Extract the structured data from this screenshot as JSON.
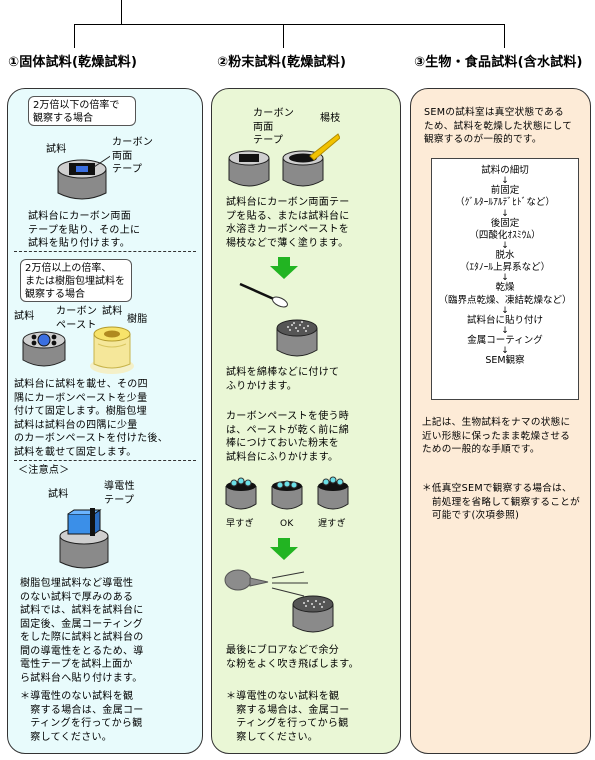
{
  "headers": {
    "solid": "①固体試料(乾燥試料)",
    "powder": "②粉末試料(乾燥試料)",
    "bio": "③生物・食品試料(含水試料)"
  },
  "solid": {
    "box1": "2万倍以下の倍率で\n観察する場合",
    "label_sample": "試料",
    "label_tape": "カーボン\n両面\nテープ",
    "text1": "試料台にカーボン両面\nテープを貼り、その上に\n試料を貼り付けます。",
    "box2": "2万倍以上の倍率、\nまたは樹脂包埋試料を\n観察する場合",
    "label_sample2": "試料",
    "label_paste": "カーボン\nペースト",
    "label_sample3": "試料",
    "label_resin": "樹脂",
    "text2": "試料台に試料を載せ、その四\n隅にカーボンペーストを少量\n付けて固定します。樹脂包埋\n試料は試料台の四隅に少量\nのカーボンペーストを付けた後、\n試料を載せて固定します。",
    "caution": "＜注意点＞",
    "label_sample4": "試料",
    "label_cond_tape": "導電性\nテープ",
    "text3": "樹脂包埋試料など導電性\nのない試料で厚みのある\n試料では、試料を試料台に\n固定後、金属コーティング\nをした際に試料と試料台の\n間の導電性をとるため、導\n電性テープを試料上面か\nら試料台へ貼り付けます。",
    "note": "＊導電性のない試料を観\n　察する場合は、金属コー\n　ティングを行ってから観\n　察してください。"
  },
  "powder": {
    "label_tape": "カーボン\n両面\nテープ",
    "label_stick": "楊枝",
    "text1": "試料台にカーボン両面テー\nプを貼る、または試料台に\n水溶きカーボンペーストを\n楊枝などで薄く塗ります。",
    "text2": "試料を綿棒などに付けて\nふりかけます。",
    "text3": "カーボンペーストを使う時\nは、ペーストが乾く前に綿\n棒につけておいた粉末を\n試料台にふりかけます。",
    "label_early": "早すぎ",
    "label_ok": "OK",
    "label_late": "遅すぎ",
    "text4": "最後にブロアなどで余分\nな粉をよく吹き飛ばします。",
    "note": "＊導電性のない試料を観\n　察する場合は、金属コー\n　ティングを行ってから観\n　察してください。"
  },
  "bio": {
    "intro": "SEMの試料室は真空状態である\nため、試料を乾燥した状態にして\n観察するのが一般的です。",
    "steps": [
      "試料の細切",
      "前固定\n（ｸﾞﾙﾀｰﾙｱﾙﾃﾞﾋﾄﾞなど）",
      "後固定\n（四酸化ｵｽﾐｳﾑ）",
      "脱水\n（ｴﾀﾉｰﾙ上昇系など）",
      "乾燥\n（臨界点乾燥、凍結乾燥など）",
      "試料台に貼り付け",
      "金属コーティング",
      "SEM観察"
    ],
    "text2": "上記は、生物試料をナマの状態に\n近い形態に保ったまま乾燥させる\nための一般的な手順です。",
    "note": "＊低真空SEMで観察する場合は、\n　前処理を省略して観察することが\n　可能です(次項参照)"
  },
  "colors": {
    "solid_bg": "#e8fbfc",
    "powder_bg": "#eaf7d6",
    "bio_bg": "#fdebd7",
    "green_arrow": "#22b422"
  }
}
